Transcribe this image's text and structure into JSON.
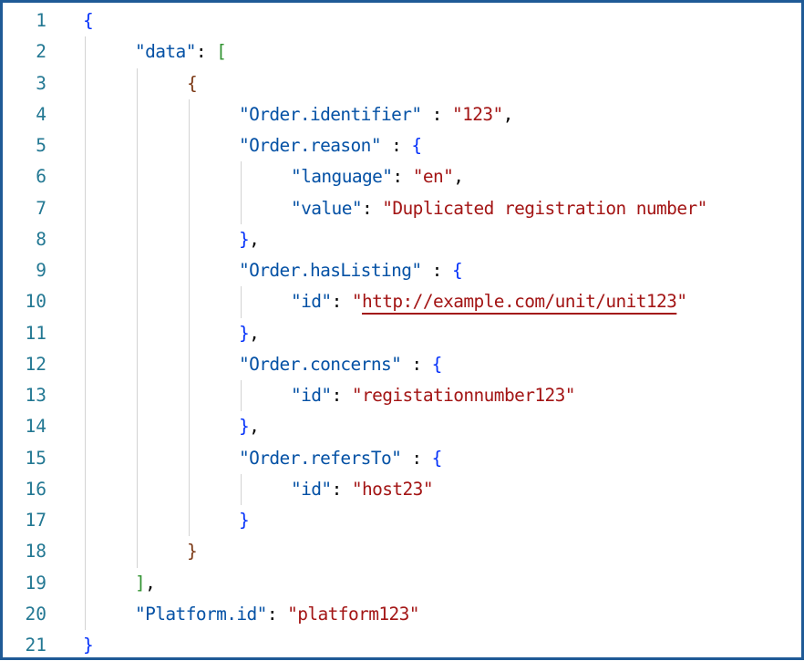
{
  "editor": {
    "language": "json",
    "colors": {
      "border": "#1f5a96",
      "line_number": "#237893",
      "key": "#0451a5",
      "string": "#a31515",
      "bracket_level1": "#0431fa",
      "bracket_level2": "#319331",
      "bracket_level3": "#7b3814",
      "indent_guide": "#d3d3d3"
    },
    "lines": [
      {
        "n": "1",
        "indent": 0,
        "tokens": [
          {
            "t": "{",
            "c": "b1"
          }
        ]
      },
      {
        "n": "2",
        "indent": 1,
        "tokens": [
          {
            "t": "\"data\"",
            "c": "key"
          },
          {
            "t": ": ",
            "c": "punc"
          },
          {
            "t": "[",
            "c": "b2"
          }
        ]
      },
      {
        "n": "3",
        "indent": 2,
        "tokens": [
          {
            "t": "{",
            "c": "b3"
          }
        ]
      },
      {
        "n": "4",
        "indent": 3,
        "tokens": [
          {
            "t": "\"Order.identifier\"",
            "c": "key"
          },
          {
            "t": " : ",
            "c": "punc"
          },
          {
            "t": "\"123\"",
            "c": "str"
          },
          {
            "t": ",",
            "c": "punc"
          }
        ]
      },
      {
        "n": "5",
        "indent": 3,
        "tokens": [
          {
            "t": "\"Order.reason\"",
            "c": "key"
          },
          {
            "t": " : ",
            "c": "punc"
          },
          {
            "t": "{",
            "c": "b1"
          }
        ]
      },
      {
        "n": "6",
        "indent": 4,
        "tokens": [
          {
            "t": "\"language\"",
            "c": "key"
          },
          {
            "t": ": ",
            "c": "punc"
          },
          {
            "t": "\"en\"",
            "c": "str"
          },
          {
            "t": ",",
            "c": "punc"
          }
        ]
      },
      {
        "n": "7",
        "indent": 4,
        "tokens": [
          {
            "t": "\"value\"",
            "c": "key"
          },
          {
            "t": ": ",
            "c": "punc"
          },
          {
            "t": "\"Duplicated registration number\"",
            "c": "str"
          }
        ]
      },
      {
        "n": "8",
        "indent": 3,
        "tokens": [
          {
            "t": "}",
            "c": "b1"
          },
          {
            "t": ",",
            "c": "punc"
          }
        ]
      },
      {
        "n": "9",
        "indent": 3,
        "tokens": [
          {
            "t": "\"Order.hasListing\"",
            "c": "key"
          },
          {
            "t": " : ",
            "c": "punc"
          },
          {
            "t": "{",
            "c": "b1"
          }
        ]
      },
      {
        "n": "10",
        "indent": 4,
        "tokens": [
          {
            "t": "\"id\"",
            "c": "key"
          },
          {
            "t": ": ",
            "c": "punc"
          },
          {
            "t": "\"",
            "c": "str"
          },
          {
            "t": "http://example.com/unit/unit123",
            "c": "str link"
          },
          {
            "t": "\"",
            "c": "str"
          }
        ]
      },
      {
        "n": "11",
        "indent": 3,
        "tokens": [
          {
            "t": "}",
            "c": "b1"
          },
          {
            "t": ",",
            "c": "punc"
          }
        ]
      },
      {
        "n": "12",
        "indent": 3,
        "tokens": [
          {
            "t": "\"Order.concerns\"",
            "c": "key"
          },
          {
            "t": " : ",
            "c": "punc"
          },
          {
            "t": "{",
            "c": "b1"
          }
        ]
      },
      {
        "n": "13",
        "indent": 4,
        "tokens": [
          {
            "t": "\"id\"",
            "c": "key"
          },
          {
            "t": ": ",
            "c": "punc"
          },
          {
            "t": "\"registationnumber123\"",
            "c": "str"
          }
        ]
      },
      {
        "n": "14",
        "indent": 3,
        "tokens": [
          {
            "t": "}",
            "c": "b1"
          },
          {
            "t": ",",
            "c": "punc"
          }
        ]
      },
      {
        "n": "15",
        "indent": 3,
        "tokens": [
          {
            "t": "\"Order.refersTo\"",
            "c": "key"
          },
          {
            "t": " : ",
            "c": "punc"
          },
          {
            "t": "{",
            "c": "b1"
          }
        ]
      },
      {
        "n": "16",
        "indent": 4,
        "tokens": [
          {
            "t": "\"id\"",
            "c": "key"
          },
          {
            "t": ": ",
            "c": "punc"
          },
          {
            "t": "\"host23\"",
            "c": "str"
          }
        ]
      },
      {
        "n": "17",
        "indent": 3,
        "tokens": [
          {
            "t": "}",
            "c": "b1"
          }
        ]
      },
      {
        "n": "18",
        "indent": 2,
        "tokens": [
          {
            "t": "}",
            "c": "b3"
          }
        ]
      },
      {
        "n": "19",
        "indent": 1,
        "tokens": [
          {
            "t": "]",
            "c": "b2"
          },
          {
            "t": ",",
            "c": "punc"
          }
        ]
      },
      {
        "n": "20",
        "indent": 1,
        "tokens": [
          {
            "t": "\"Platform.id\"",
            "c": "key"
          },
          {
            "t": ": ",
            "c": "punc"
          },
          {
            "t": "\"platform123\"",
            "c": "str"
          }
        ]
      },
      {
        "n": "21",
        "indent": 0,
        "tokens": [
          {
            "t": "}",
            "c": "b1"
          }
        ]
      }
    ],
    "guides": [
      {
        "level": 0,
        "from": 2,
        "to": 20
      },
      {
        "level": 1,
        "from": 3,
        "to": 18
      },
      {
        "level": 2,
        "from": 4,
        "to": 17
      },
      {
        "level": 3,
        "from": 6,
        "to": 7
      },
      {
        "level": 3,
        "from": 10,
        "to": 10
      },
      {
        "level": 3,
        "from": 13,
        "to": 13
      },
      {
        "level": 3,
        "from": 16,
        "to": 16
      }
    ]
  }
}
